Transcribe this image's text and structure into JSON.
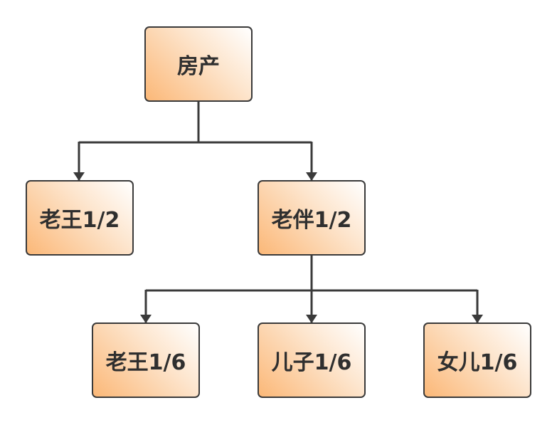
{
  "colors": {
    "line": "#3a3a3a",
    "text": "#2f2f2f",
    "box_fill_start": "#fbb878",
    "box_fill_end": "#ffffff"
  },
  "nodes": [
    {
      "id": "root",
      "label": "房产"
    },
    {
      "id": "laowang-half",
      "label": "老王1/2"
    },
    {
      "id": "laoban-half",
      "label": "老伴1/2"
    },
    {
      "id": "laowang-sixth",
      "label": "老王1/6"
    },
    {
      "id": "erzi-sixth",
      "label": "儿子1/6"
    },
    {
      "id": "nver-sixth",
      "label": "女儿1/6"
    }
  ],
  "edges": [
    {
      "from": "root",
      "to": "laowang-half"
    },
    {
      "from": "root",
      "to": "laoban-half"
    },
    {
      "from": "laoban-half",
      "to": "laowang-sixth"
    },
    {
      "from": "laoban-half",
      "to": "erzi-sixth"
    },
    {
      "from": "laoban-half",
      "to": "nver-sixth"
    }
  ]
}
